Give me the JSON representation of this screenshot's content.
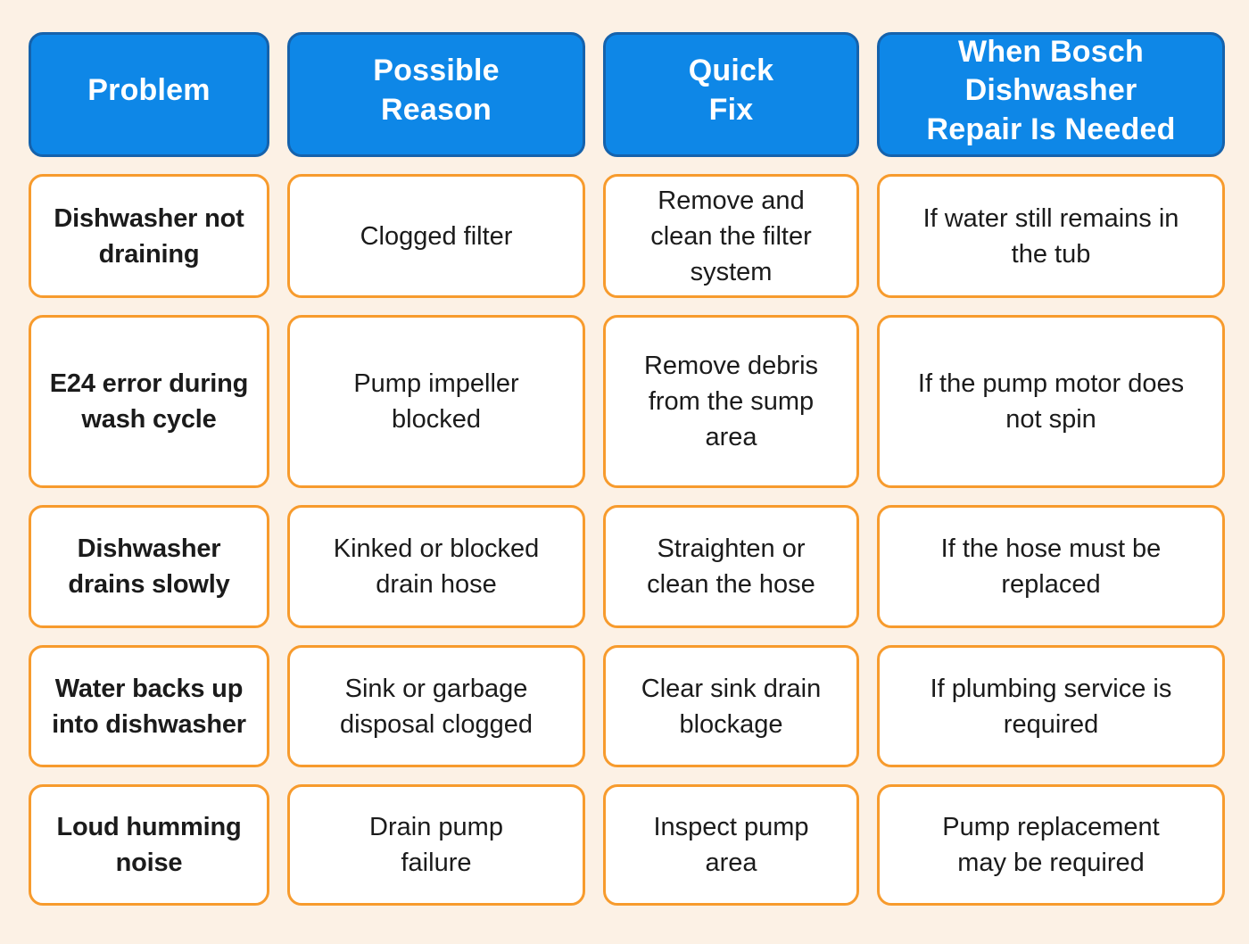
{
  "colors": {
    "page_bg": "#FCF1E5",
    "header_fill": "#0E87E7",
    "header_border": "#1562AC",
    "header_text": "#FFFFFF",
    "cell_fill": "#FFFFFF",
    "cell_border": "#F79B2D",
    "cell_text": "#1B1B1B"
  },
  "table": {
    "columns": [
      {
        "id": "problem",
        "label": "Problem"
      },
      {
        "id": "reason",
        "label": "Possible\nReason"
      },
      {
        "id": "fix",
        "label": "Quick\nFix"
      },
      {
        "id": "repair",
        "label": "When Bosch\nDishwasher\nRepair Is Needed"
      }
    ],
    "rows": [
      {
        "problem": "Dishwasher not\ndraining",
        "reason": "Clogged filter",
        "fix": "Remove and\nclean the filter\nsystem",
        "repair": "If water still remains in\nthe tub"
      },
      {
        "problem": "E24 error during\nwash cycle",
        "reason": "Pump impeller\nblocked",
        "fix": "Remove debris\nfrom the sump\narea",
        "repair": "If the pump motor does\nnot spin"
      },
      {
        "problem": "Dishwasher\ndrains slowly",
        "reason": "Kinked or blocked\ndrain hose",
        "fix": "Straighten or\nclean the hose",
        "repair": "If the hose must be\nreplaced"
      },
      {
        "problem": "Water backs up\ninto dishwasher",
        "reason": "Sink or garbage\ndisposal clogged",
        "fix": "Clear sink drain\nblockage",
        "repair": "If plumbing service is\nrequired"
      },
      {
        "problem": "Loud humming\nnoise",
        "reason": "Drain pump\nfailure",
        "fix": "Inspect pump\narea",
        "repair": "Pump replacement\nmay be required"
      }
    ]
  }
}
